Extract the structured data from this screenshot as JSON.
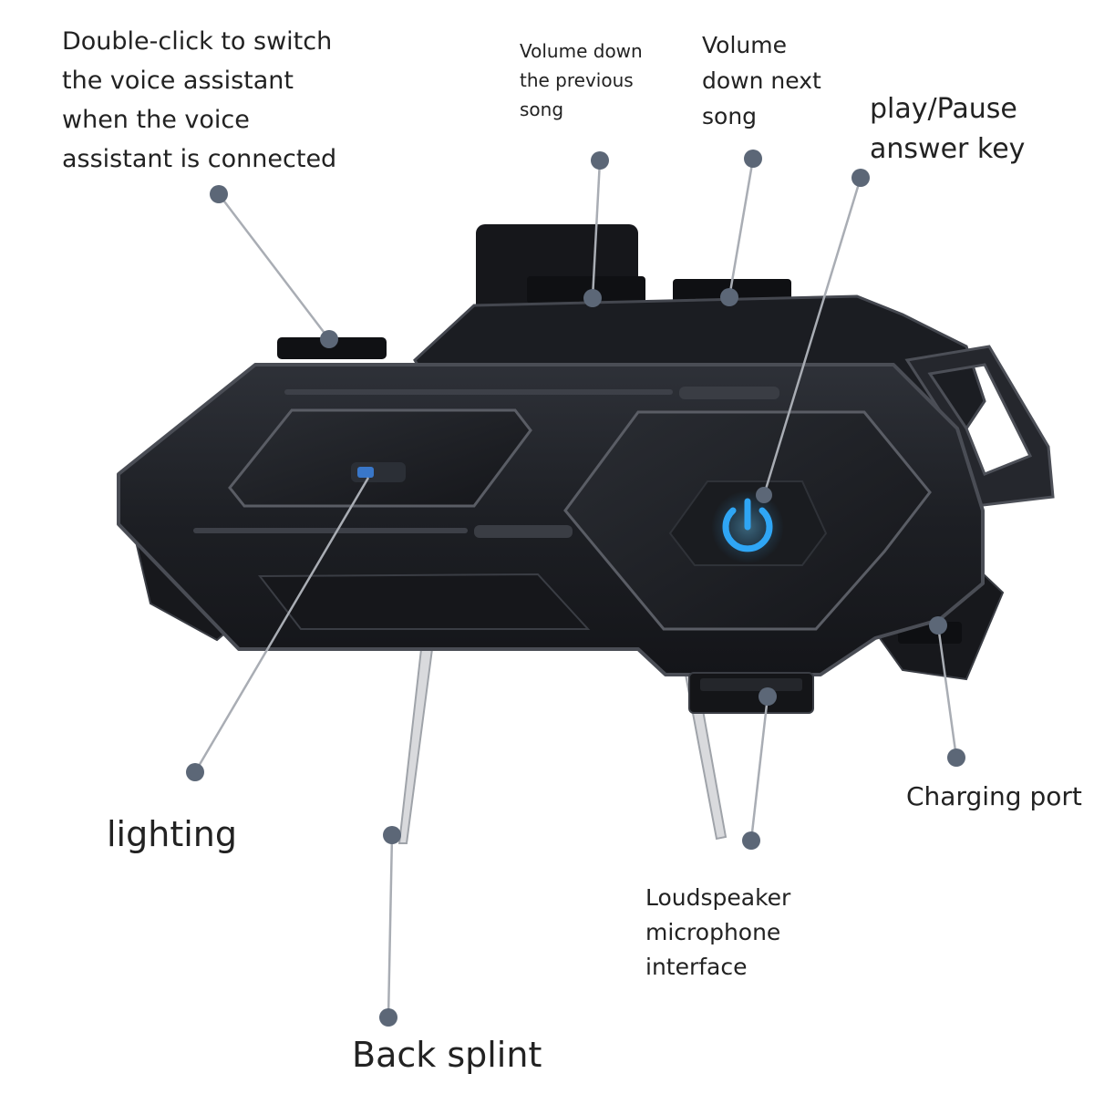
{
  "callouts": {
    "voice_assistant": "Double-click to switch\nthe voice assistant\nwhen the voice\nassistant is connected",
    "volume_down_previous": "Volume down\nthe previous\nsong",
    "volume_down_next": "Volume\ndown next\n song",
    "play_pause": "play/Pause\nanswer key",
    "charging_port": "Charging port",
    "lighting": "lighting",
    "loudspeaker_microphone": "Loudspeaker\nmicrophone\ninterface",
    "back_splint": "Back splint"
  },
  "colors": {
    "leader_line": "#a9adb4",
    "dot": "#5c6777",
    "device_body": "#1c1e22",
    "device_edge": "#3c4048",
    "power_glow": "#2fa6f5",
    "light_glow": "#3b7fd9"
  },
  "icons": {
    "power_button": "power-icon",
    "lighting_indicator": "light-indicator-icon"
  }
}
